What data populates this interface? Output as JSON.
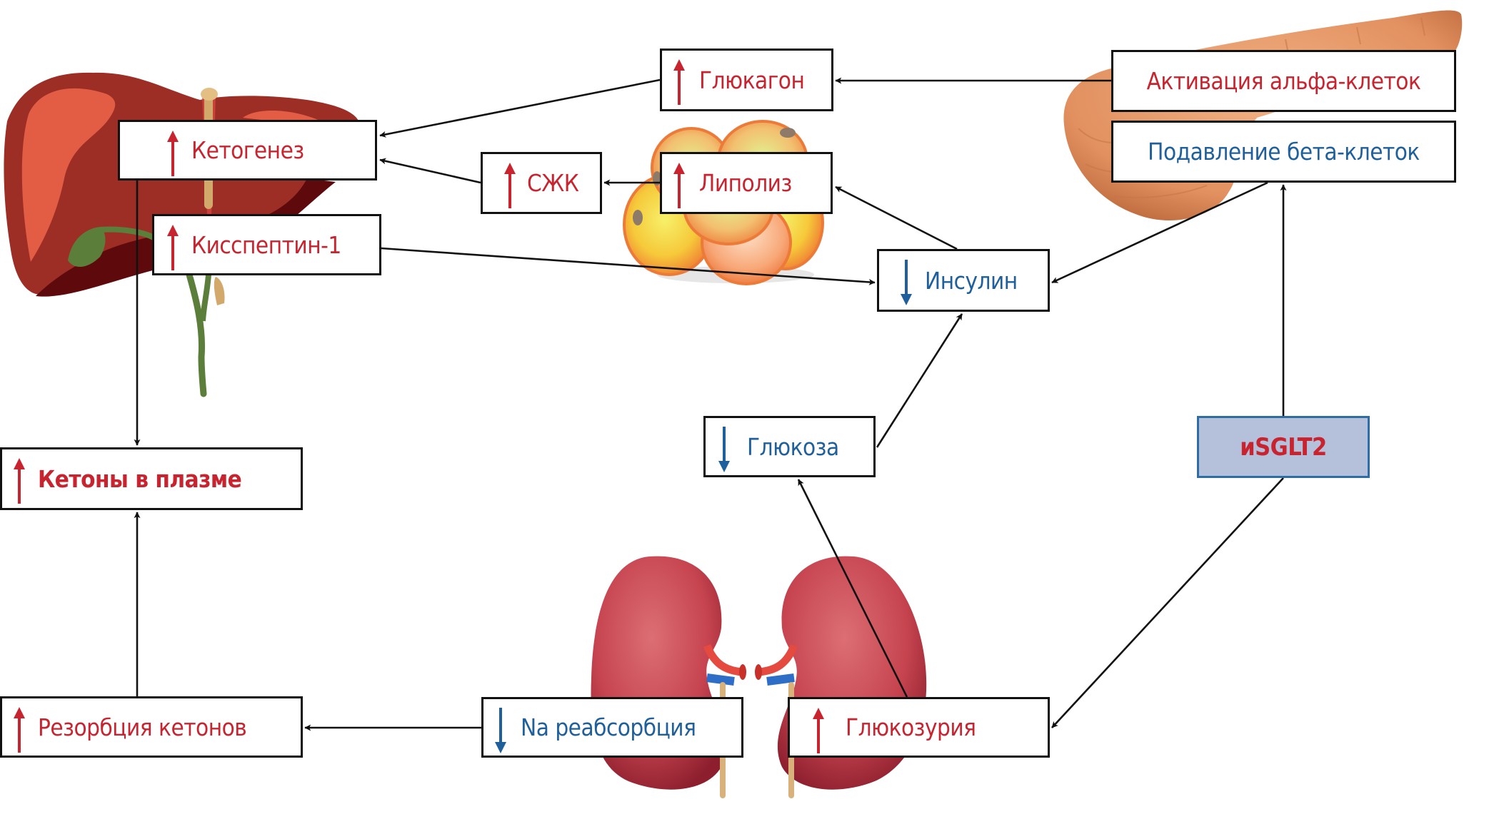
{
  "title": "Механизм кетоза при применении иSGLT2",
  "colors": {
    "increase": "#c8242f",
    "decrease": "#1f5f9c",
    "box_border": "#111111",
    "sglt_fill": "#b5c0da",
    "sglt_border": "#2e6da4",
    "arrow": "#111111"
  },
  "organs": [
    "liver",
    "fat-cells",
    "pancreas",
    "kidneys"
  ],
  "nodes": {
    "glucagon": {
      "label": "Глюкагон",
      "direction": "up"
    },
    "ketogenesis": {
      "label": "Кетогенез",
      "direction": "up"
    },
    "ffa": {
      "label": "СЖК",
      "direction": "up"
    },
    "lipolysis": {
      "label": "Липолиз",
      "direction": "up"
    },
    "kisspeptin": {
      "label": "Кисспептин-1",
      "direction": "up"
    },
    "insulin": {
      "label": "Инсулин",
      "direction": "down"
    },
    "alpha_cells": {
      "label": "Активация альфа-клеток",
      "direction": "none",
      "tone": "increase"
    },
    "beta_cells": {
      "label": "Подавление бета-клеток",
      "direction": "none",
      "tone": "decrease"
    },
    "glucose": {
      "label": "Глюкоза",
      "direction": "down"
    },
    "sglt2i": {
      "label": "иSGLT2",
      "direction": "none"
    },
    "plasma_ketones": {
      "label": "Кетоны в плазме",
      "direction": "up"
    },
    "ketone_resorption": {
      "label": "Резорбция кетонов",
      "direction": "up"
    },
    "na_reabsorption": {
      "label": "Na реабсорбция",
      "direction": "down"
    },
    "glucosuria": {
      "label": "Глюкозурия",
      "direction": "up"
    }
  },
  "edges": [
    {
      "from": "alpha_cells",
      "to": "glucagon"
    },
    {
      "from": "glucagon",
      "to": "ketogenesis"
    },
    {
      "from": "ffa",
      "to": "ketogenesis"
    },
    {
      "from": "lipolysis",
      "to": "ffa"
    },
    {
      "from": "insulin",
      "to": "lipolysis"
    },
    {
      "from": "kisspeptin",
      "to": "insulin"
    },
    {
      "from": "beta_cells",
      "to": "insulin"
    },
    {
      "from": "sglt2i",
      "to": "beta_cells"
    },
    {
      "from": "glucose",
      "to": "insulin"
    },
    {
      "from": "ketogenesis",
      "to": "plasma_ketones"
    },
    {
      "from": "ketone_resorption",
      "to": "plasma_ketones"
    },
    {
      "from": "na_reabsorption",
      "to": "ketone_resorption"
    },
    {
      "from": "glucosuria",
      "to": "glucose"
    },
    {
      "from": "sglt2i",
      "to": "glucosuria"
    }
  ]
}
